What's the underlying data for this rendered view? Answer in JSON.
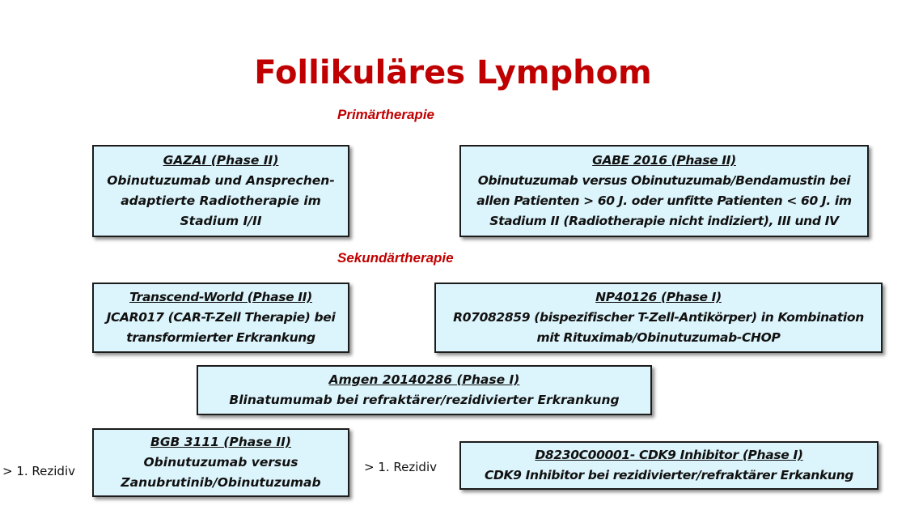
{
  "title": "Follikuläres Lymphom",
  "sections": {
    "primary": "Primärtherapie",
    "secondary": "Sekundärtherapie"
  },
  "boxes": {
    "gazai": {
      "heading": "GAZAI (Phase II)",
      "lines": [
        "Obinutuzumab und Ansprechen-",
        "adaptierte Radiotherapie im",
        "Stadium I/II"
      ]
    },
    "gabe": {
      "heading": "GABE 2016 (Phase II)",
      "lines": [
        "Obinutuzumab versus Obinutuzumab/Bendamustin bei",
        "allen Patienten > 60 J. oder unfitte Patienten < 60 J.  im",
        "Stadium II (Radiotherapie nicht indiziert), III und IV"
      ]
    },
    "transcend": {
      "heading": "Transcend-World (Phase II)",
      "lines": [
        "JCAR017 (CAR-T-Zell Therapie) bei",
        "transformierter Erkrankung"
      ]
    },
    "np40126": {
      "heading": "NP40126 (Phase I)",
      "lines": [
        "R07082859 (bispezifischer T-Zell-Antikörper) in Kombination",
        "mit Rituximab/Obinutuzumab-CHOP"
      ]
    },
    "amgen": {
      "heading": "Amgen 20140286 (Phase I)",
      "lines": [
        "Blinatumumab bei refraktärer/rezidivierter Erkrankung"
      ]
    },
    "bgb": {
      "heading": "BGB 3111 (Phase II)",
      "lines": [
        "Obinutuzumab versus",
        "Zanubrutinib/Obinutuzumab"
      ]
    },
    "d8230": {
      "heading": "D8230C00001- CDK9 Inhibitor (Phase I)",
      "lines": [
        "CDK9 Inhibitor bei rezidivierter/refraktärer Erkankung"
      ]
    }
  },
  "labels": {
    "rezidiv_left": "> 1. Rezidiv",
    "rezidiv_mid": "> 1. Rezidiv"
  }
}
